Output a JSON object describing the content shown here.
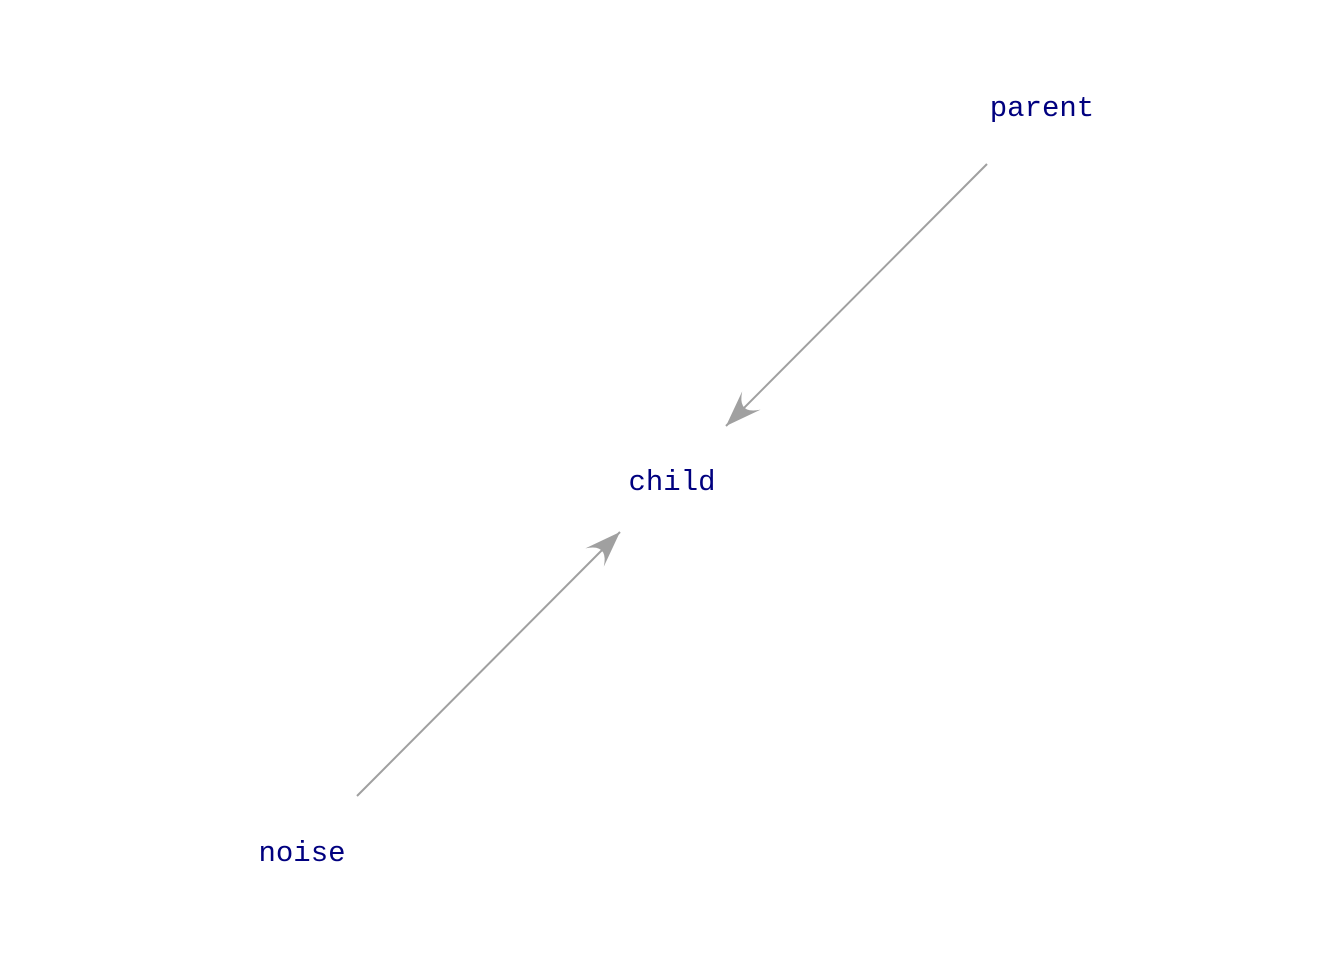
{
  "diagram": {
    "type": "directed-graph",
    "nodes": [
      {
        "id": "parent",
        "label": "parent"
      },
      {
        "id": "child",
        "label": "child"
      },
      {
        "id": "noise",
        "label": "noise"
      }
    ],
    "edges": [
      {
        "from": "parent",
        "to": "child"
      },
      {
        "from": "noise",
        "to": "child"
      }
    ],
    "colors": {
      "label": "#00007f",
      "edge": "#a0a0a0",
      "background": "#ffffff"
    }
  }
}
